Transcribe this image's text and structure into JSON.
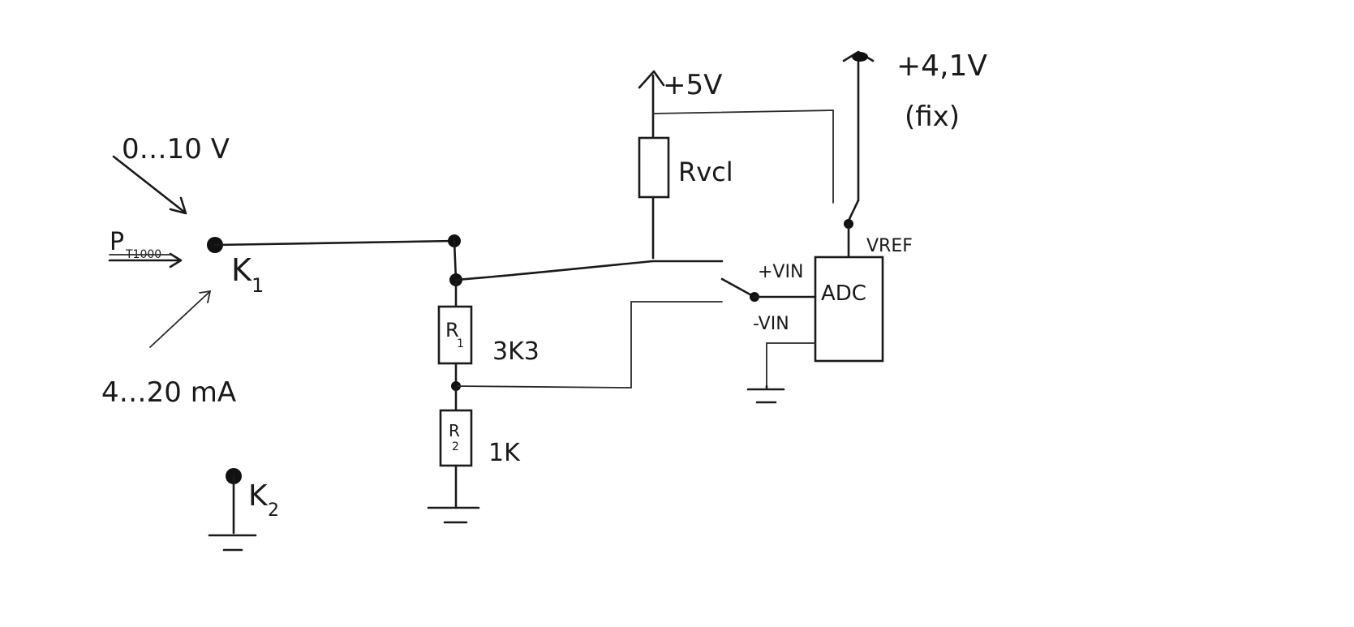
{
  "labels": {
    "k1": "K",
    "k1_sub": "1",
    "k2": "K",
    "k2_sub": "2",
    "input_voltage": "0…10 V",
    "input_pt": "P",
    "input_pt_sub": "T1000",
    "input_current": "4…20 mA",
    "supply_5v": "+5V",
    "vref_supply": "+4,1V",
    "vref_fix": "(fix)",
    "rvcl": "Rvcl",
    "r1": "R",
    "r1_sub": "1",
    "r1_value": "3K3",
    "r2": "R",
    "r2_sub": "2",
    "r2_value": "1K",
    "adc": "ADC",
    "vin_plus": "+VIN",
    "vin_minus": "-VIN",
    "vref": "VREF"
  }
}
